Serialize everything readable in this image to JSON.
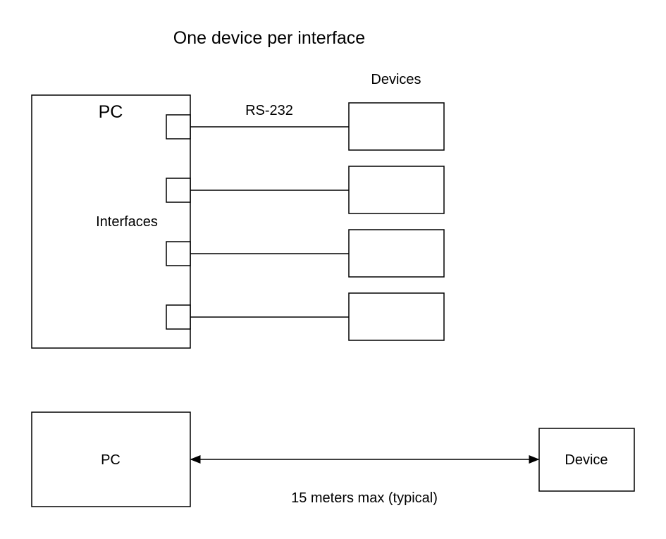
{
  "title": "One device per interface",
  "top_diagram": {
    "pc_label": "PC",
    "interfaces_label": "Interfaces",
    "devices_label": "Devices",
    "cable_label": "RS-232",
    "interface_count": 4,
    "device_count": 4
  },
  "bottom_diagram": {
    "pc_label": "PC",
    "device_label": "Device",
    "distance_label": "15 meters max (typical)"
  }
}
